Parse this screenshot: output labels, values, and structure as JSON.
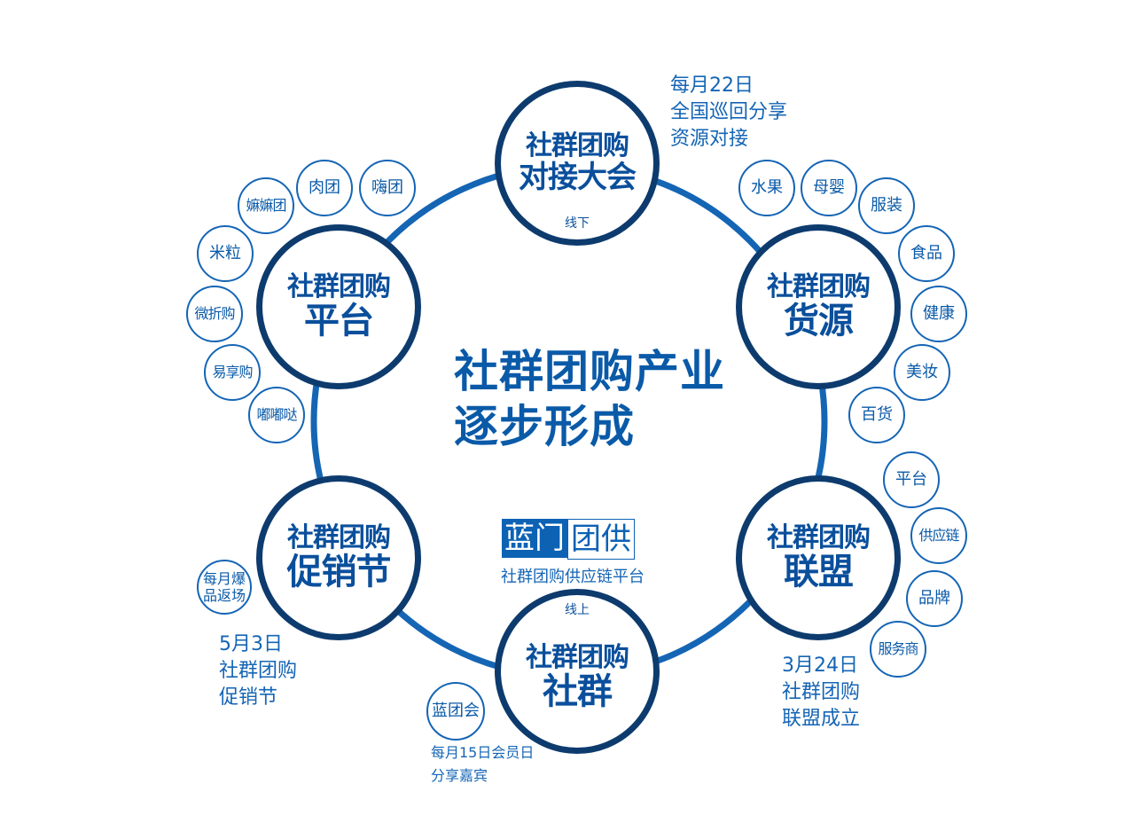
{
  "center_title": {
    "line1": "社群团购产业",
    "line2": "逐步形成"
  },
  "hubs": {
    "conference": {
      "line1": "社群团购",
      "line2": "对接大会",
      "tag": "线下"
    },
    "goods": {
      "line1": "社群团购",
      "line2": "货源"
    },
    "alliance": {
      "line1": "社群团购",
      "line2": "联盟"
    },
    "community": {
      "line1": "社群团购",
      "line2": "社群",
      "tag": "线上"
    },
    "festival": {
      "line1": "社群团购",
      "line2": "促销节"
    },
    "platform": {
      "line1": "社群团购",
      "line2": "平台"
    }
  },
  "bubbles": {
    "platform": [
      "肉团",
      "嗨团",
      "嫲嫲团",
      "米粒",
      "微折购",
      "易享购",
      "嘟嘟哒"
    ],
    "goods": [
      "水果",
      "母婴",
      "服装",
      "食品",
      "健康",
      "美妆",
      "百货"
    ],
    "alliance": [
      "平台",
      "供应链",
      "品牌",
      "服务商"
    ],
    "festival": [
      "每月爆品返场"
    ],
    "community": [
      "蓝团会"
    ]
  },
  "notes": {
    "conference": [
      "每月22日",
      "全国巡回分享",
      "资源对接"
    ],
    "alliance": [
      "3月24日",
      "社群团购",
      "联盟成立"
    ],
    "festival": [
      "5月3日",
      "社群团购",
      "促销节"
    ],
    "community": [
      "每月15日会员日",
      "分享嘉宾"
    ]
  },
  "logo": {
    "part1": "蓝门",
    "part2": "团供",
    "subtitle": "社群团购供应链平台"
  },
  "colors": {
    "ring": "#1565b5",
    "hub_border": "#0d3b6e",
    "text": "#0a4f9c"
  }
}
